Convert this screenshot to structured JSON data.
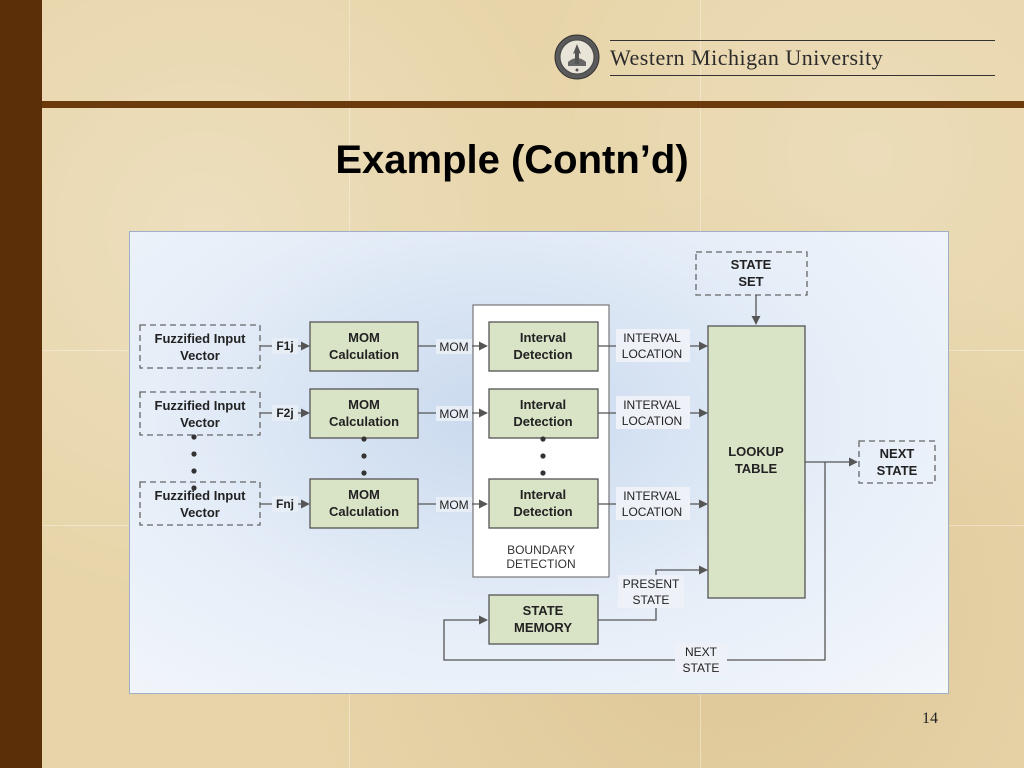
{
  "header": {
    "university_name": "Western Michigan University",
    "logo_icon": "university-seal-icon"
  },
  "slide": {
    "title": "Example (Contn’d)",
    "page_number": "14"
  },
  "diagram": {
    "inputs": [
      {
        "line1": "Fuzzified Input",
        "line2": "Vector",
        "signal": "F1j"
      },
      {
        "line1": "Fuzzified Input",
        "line2": "Vector",
        "signal": "F2j"
      },
      {
        "line1": "Fuzzified Input",
        "line2": "Vector",
        "signal": "Fnj"
      }
    ],
    "mom_block": {
      "line1": "MOM",
      "line2": "Calculation"
    },
    "mom_signal": "MOM",
    "interval_block": {
      "line1": "Interval",
      "line2": "Detection"
    },
    "interval_output": {
      "line1": "INTERVAL",
      "line2": "LOCATION"
    },
    "boundary_label": {
      "line1": "BOUNDARY",
      "line2": "DETECTION"
    },
    "state_set": {
      "line1": "STATE",
      "line2": "SET"
    },
    "lookup_table": {
      "line1": "LOOKUP",
      "line2": "TABLE"
    },
    "next_state_out": {
      "line1": "NEXT",
      "line2": "STATE"
    },
    "state_memory": {
      "line1": "STATE",
      "line2": "MEMORY"
    },
    "present_state": {
      "line1": "PRESENT",
      "line2": "STATE"
    },
    "next_state_feedback": {
      "line1": "NEXT",
      "line2": "STATE"
    }
  }
}
